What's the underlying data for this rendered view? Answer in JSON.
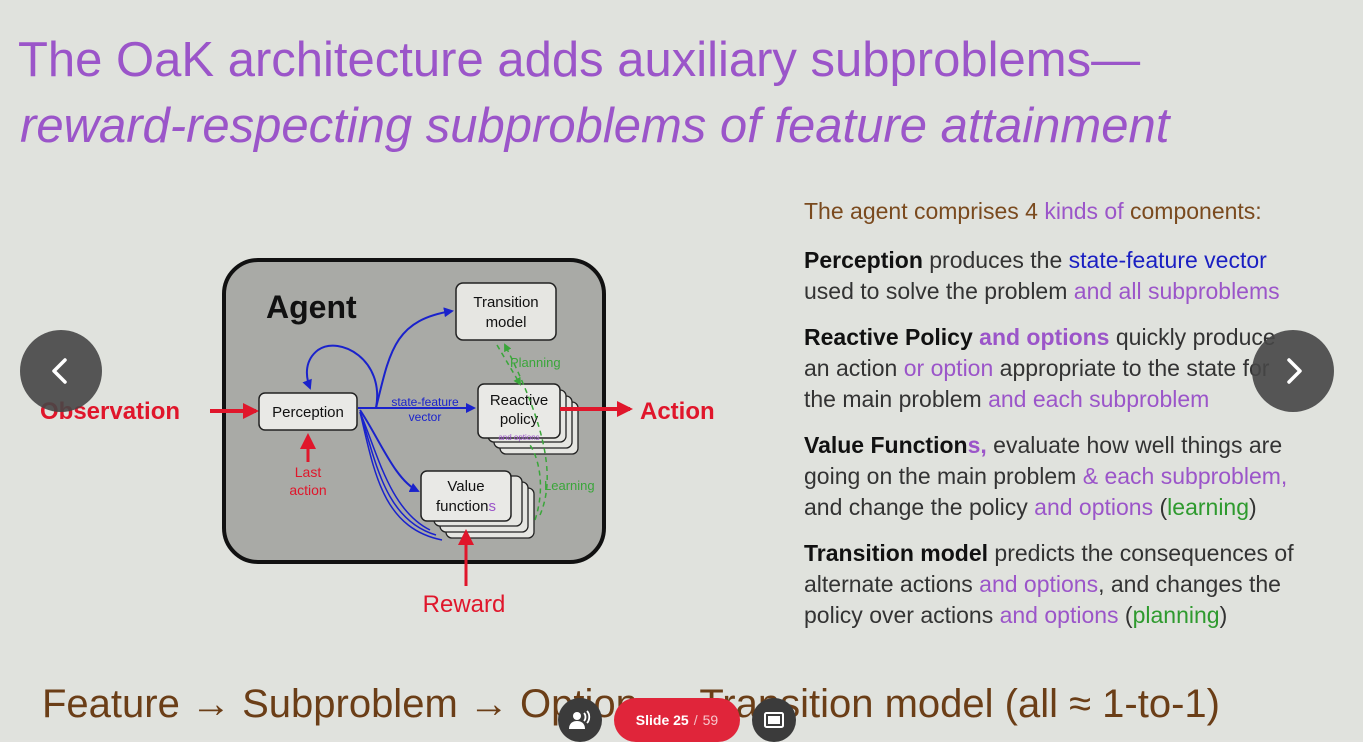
{
  "title": {
    "line1": "The OaK architecture adds auxiliary subproblems—",
    "line2": "reward-respecting subproblems of feature attainment"
  },
  "diagram": {
    "agent": "Agent",
    "observation": "Observation",
    "perception": "Perception",
    "last_action_1": "Last",
    "last_action_2": "action",
    "state_feature_1": "state-feature",
    "state_feature_2": "vector",
    "transition_1": "Transition",
    "transition_2": "model",
    "planning": "Planning",
    "reactive_1": "Reactive",
    "reactive_2": "policy",
    "and_options": "and options",
    "value_1": "Value",
    "value_2a": "function",
    "value_2b": "s",
    "learning": "Learning",
    "action": "Action",
    "reward": "Reward"
  },
  "right": {
    "intro": [
      "The agent comprises 4 ",
      "kinds of",
      " components:"
    ],
    "perception": [
      "Perception",
      " produces the ",
      "state-feature vector",
      "used to solve the problem ",
      "and all subproblems"
    ],
    "reactive": [
      "Reactive Policy",
      " and options",
      " quickly produce",
      "an action ",
      "or option",
      " appropriate to the state for",
      "the main problem ",
      "and each subproblem"
    ],
    "value": [
      "Value Function",
      "s,",
      " evaluate how well things are",
      "going on the main problem ",
      "& each subproblem,",
      "and change the policy ",
      "and options",
      " (",
      "learning",
      ")"
    ],
    "transition": [
      "Transition model",
      " predicts the consequences of",
      "alternate actions ",
      "and options",
      ", and changes the",
      "policy over actions ",
      "and options",
      " (",
      "planning",
      ")"
    ]
  },
  "footer": "Feature → Subproblem → Option → Transition model   (all ≈ 1-to-1)",
  "controls": {
    "slide_label": "Slide 25",
    "separator": "/",
    "total": "59"
  },
  "colors": {
    "title": "#9b55c9",
    "accent_red": "#e0253a",
    "blue": "#1a1fc2",
    "green": "#2e9a2e",
    "brown": "#6b3e17"
  },
  "icons": [
    "chevron-left-icon",
    "chevron-right-icon",
    "audience-icon",
    "screen-icon"
  ]
}
